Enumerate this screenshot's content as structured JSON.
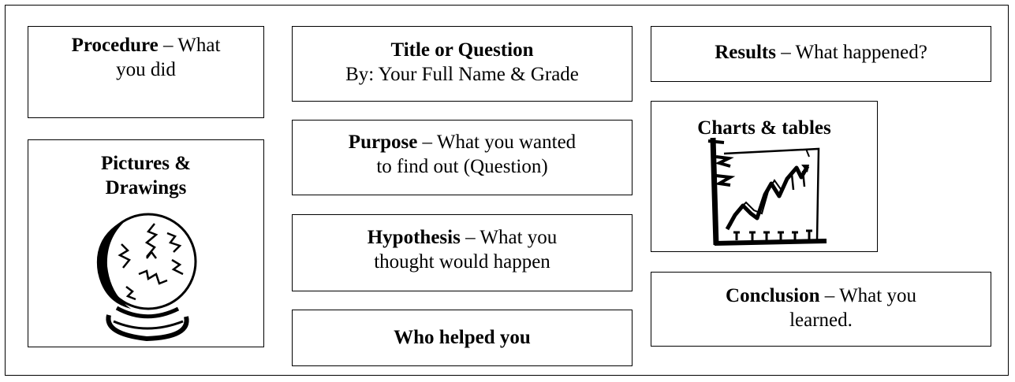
{
  "boxes": {
    "procedure": {
      "bold": "Procedure",
      "rest": " – What",
      "line2": "you did"
    },
    "pictures": {
      "line1": "Pictures &",
      "line2": "Drawings"
    },
    "title": {
      "line1": "Title or Question",
      "line2": "By: Your Full Name & Grade"
    },
    "purpose": {
      "bold": "Purpose",
      "rest": " – What you wanted",
      "line2": "to find out (Question)"
    },
    "hypothesis": {
      "bold": "Hypothesis",
      "rest": " – What you",
      "line2": "thought would happen"
    },
    "helped": {
      "label": "Who helped you"
    },
    "results": {
      "bold": "Results",
      "rest": " – What happened?"
    },
    "charts": {
      "label": "Charts & tables"
    },
    "conclusion": {
      "bold": "Conclusion",
      "rest": " – What you",
      "line2": "learned."
    }
  },
  "icons": {
    "pictures": "crystal-ball-icon",
    "charts": "line-chart-icon"
  }
}
